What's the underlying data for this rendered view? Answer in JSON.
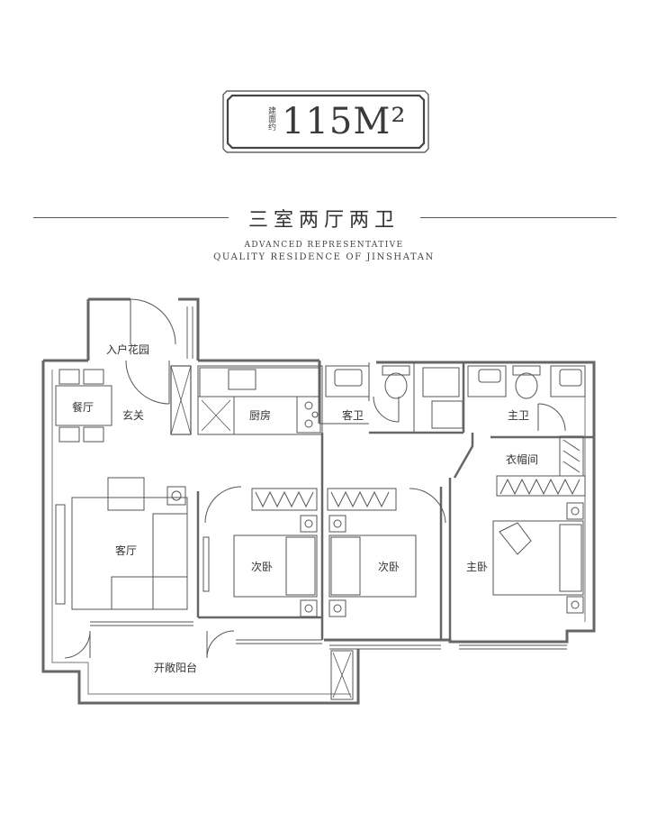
{
  "badge": {
    "label": "建面约",
    "area": "115",
    "unit": "M²"
  },
  "layout_title": "三室两厅两卫",
  "subtitle": {
    "line1": "ADVANCED REPRESENTATIVE",
    "line2": "QUALITY RESIDENCE OF JINSHATAN"
  },
  "rooms": {
    "entry_garden": "入户花园",
    "dining": "餐厅",
    "foyer": "玄关",
    "kitchen": "厨房",
    "guest_bath": "客卫",
    "master_bath": "主卫",
    "walk_in_closet": "衣帽间",
    "living": "客厅",
    "bedroom_2": "次卧",
    "bedroom_3": "次卧",
    "master_bedroom": "主卧",
    "balcony": "开敞阳台"
  },
  "colors": {
    "line": "#444444",
    "wall": "#666666",
    "background": "#ffffff"
  }
}
